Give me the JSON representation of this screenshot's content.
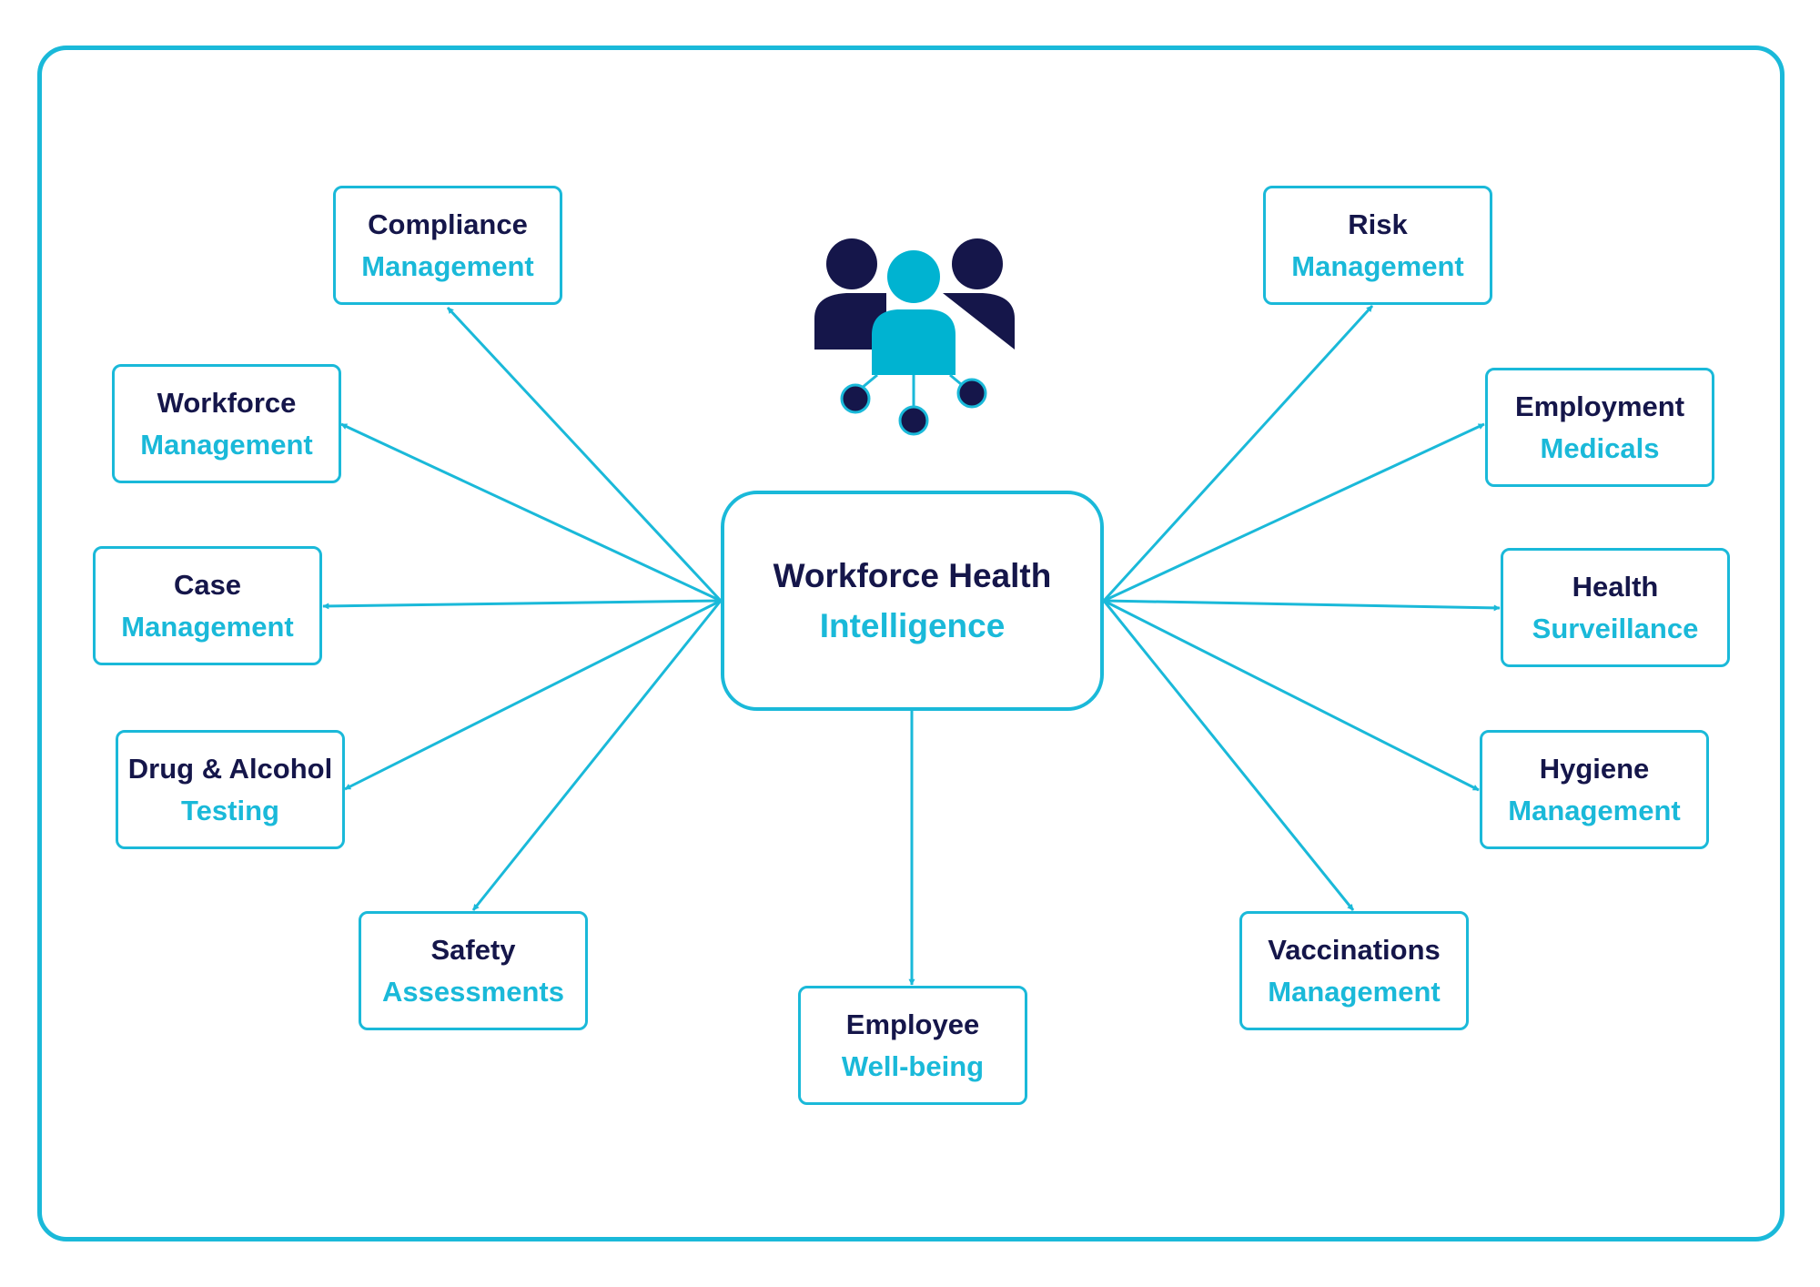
{
  "colors": {
    "accent": "#1ab9d9",
    "dark": "#15164a"
  },
  "center": {
    "line1": "Workforce Health",
    "line2": "Intelligence"
  },
  "icon": "people-network-icon",
  "nodes": [
    {
      "id": "compliance-management",
      "line1": "Compliance",
      "line2": "Management"
    },
    {
      "id": "workforce-management",
      "line1": "Workforce",
      "line2": "Management"
    },
    {
      "id": "case-management",
      "line1": "Case",
      "line2": "Management"
    },
    {
      "id": "drug-alcohol-testing",
      "line1": "Drug & Alcohol",
      "line2": "Testing"
    },
    {
      "id": "safety-assessments",
      "line1": "Safety",
      "line2": "Assessments"
    },
    {
      "id": "employee-well-being",
      "line1": "Employee",
      "line2": "Well-being"
    },
    {
      "id": "vaccinations-management",
      "line1": "Vaccinations",
      "line2": "Management"
    },
    {
      "id": "hygiene-management",
      "line1": "Hygiene",
      "line2": "Management"
    },
    {
      "id": "health-surveillance",
      "line1": "Health",
      "line2": "Surveillance"
    },
    {
      "id": "employment-medicals",
      "line1": "Employment",
      "line2": "Medicals"
    },
    {
      "id": "risk-management",
      "line1": "Risk",
      "line2": "Management"
    }
  ]
}
